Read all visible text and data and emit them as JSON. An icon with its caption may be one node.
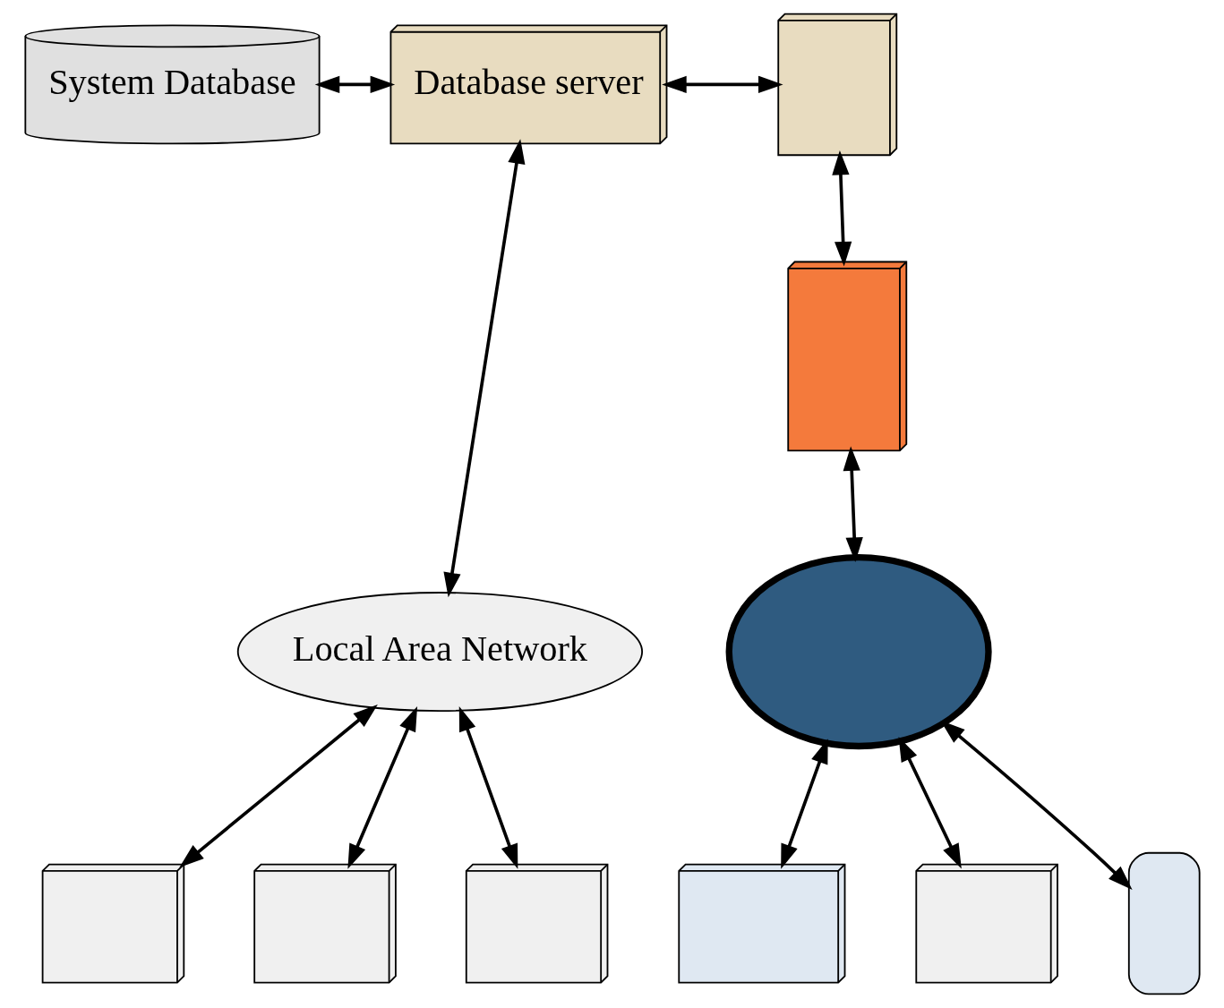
{
  "diagram": {
    "nodes": [
      {
        "text": [
          "System Database"
        ]
      },
      {
        "text": [
          "Database server"
        ]
      },
      {
        "text": [],
        "shape": "picture"
      },
      {
        "text": [],
        "shape": "picture"
      },
      {
        "text": [],
        "shape": "cloud"
      },
      {
        "text": [
          "Local Area Network"
        ]
      },
      {
        "text": [],
        "shape": "picture"
      },
      {
        "text": [],
        "shape": "picture"
      },
      {
        "text": [],
        "shape": "picture"
      },
      {
        "text": [],
        "shape": "picture"
      },
      {
        "text": [],
        "shape": "picture"
      },
      {
        "text": [],
        "shape": "box"
      }
    ],
    "edges": [
      {
        "from": 0,
        "to": 1,
        "arrow": "both"
      },
      {
        "from": 1,
        "to": 2,
        "arrow": "both"
      },
      {
        "from": 1,
        "to": 5,
        "arrow": "both"
      },
      {
        "from": 2,
        "to": 3,
        "arrow": "both"
      },
      {
        "from": 3,
        "to": 4,
        "arrow": "both"
      },
      {
        "from": 5,
        "to": 6,
        "arrow": "both"
      },
      {
        "from": 5,
        "to": 7,
        "arrow": "both"
      },
      {
        "from": 5,
        "to": 8,
        "arrow": "both"
      },
      {
        "from": 4,
        "to": 9,
        "arrow": "both"
      },
      {
        "from": 4,
        "to": 10,
        "arrow": "both"
      },
      {
        "from": 4,
        "to": 11,
        "arrow": "both"
      }
    ]
  }
}
